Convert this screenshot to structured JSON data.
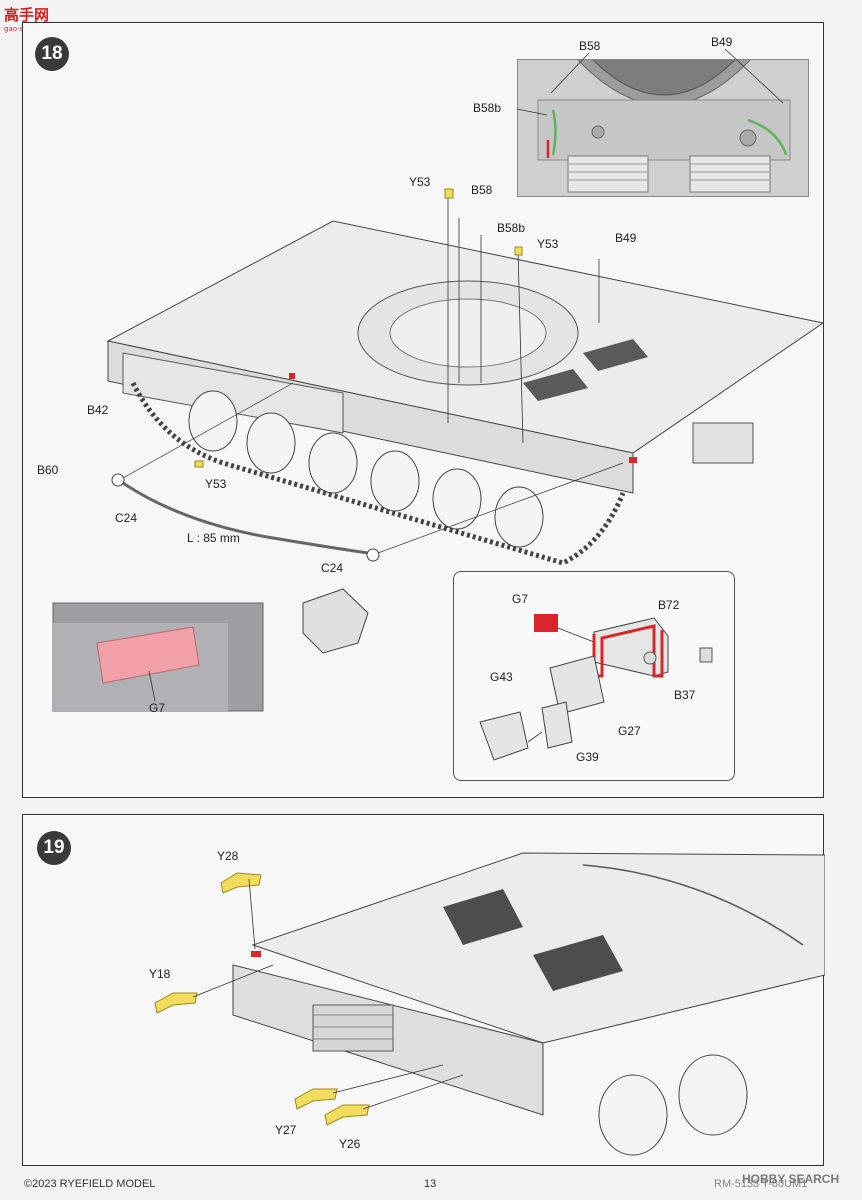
{
  "watermark": {
    "logo": "高手网",
    "url": "gao-shou.com"
  },
  "step18": {
    "number": "18",
    "photo_labels": {
      "b58": "B58",
      "b49": "B49",
      "b58b": "B58b"
    },
    "labels": {
      "y53_top": "Y53",
      "b58": "B58",
      "b58b": "B58b",
      "y53_right": "Y53",
      "b49": "B49",
      "b42": "B42",
      "b60": "B60",
      "y53_mid": "Y53",
      "c24_left": "C24",
      "length": "L : 85 mm",
      "c24_bottom": "C24",
      "g7_detail": "G7"
    },
    "inset_labels": {
      "g7": "G7",
      "b72": "B72",
      "g43": "G43",
      "b37": "B37",
      "g27": "G27",
      "g39": "G39"
    }
  },
  "step19": {
    "number": "19",
    "labels": {
      "y28": "Y28",
      "y18": "Y18",
      "y27": "Y27",
      "y26": "Y26"
    }
  },
  "footer": {
    "copyright": "©2023 RYEFIELD MODEL",
    "page": "13",
    "code": "RM-5133   T-80UM1",
    "watermark": "HOBBY SEARCH"
  },
  "colors": {
    "highlight_red": "#d8262b",
    "highlight_pink": "#f0a0a6",
    "highlight_yellow": "#f2dc5d",
    "part_gray": "#9a9aa0",
    "line": "#3a3a3a"
  }
}
